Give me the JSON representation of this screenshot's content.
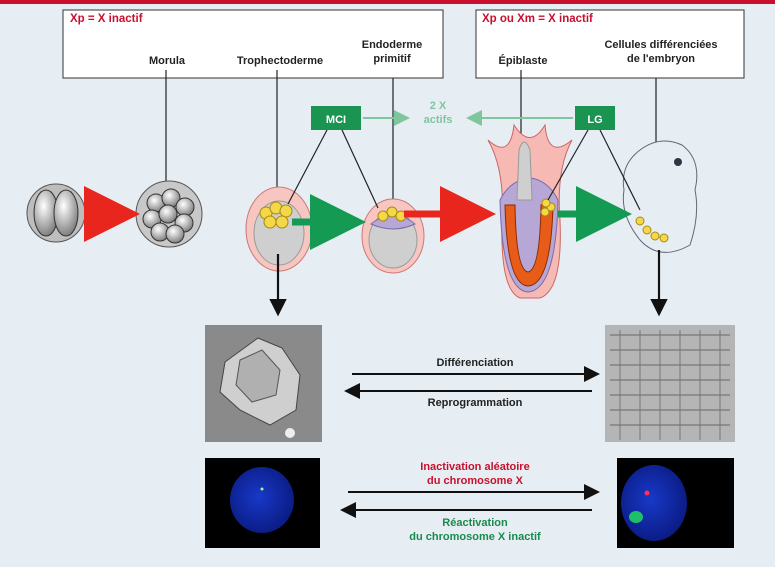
{
  "top_left_box": {
    "title": "Xp = X inactif",
    "labels": [
      "Morula",
      "Trophectoderme",
      "Endoderme\nprimitif"
    ]
  },
  "top_right_box": {
    "title": "Xp ou Xm = X inactif",
    "labels": [
      "Épiblaste",
      "Cellules différenciées\nde l'embryon"
    ]
  },
  "tags": {
    "mci": "MCI",
    "lg": "LG",
    "actifs": "2 X\nactifs"
  },
  "arrows": {
    "differenciation": "Différenciation",
    "reprogrammation": "Reprogrammation",
    "inactivation": "Inactivation aléatoire\ndu chromosome X",
    "reactivation": "Réactivation\ndu chromosome X inactif"
  },
  "colors": {
    "red_arrow": "#e8261e",
    "green_arrow": "#149a52",
    "tag_green": "#1a9450",
    "title_red": "#c8102e"
  }
}
